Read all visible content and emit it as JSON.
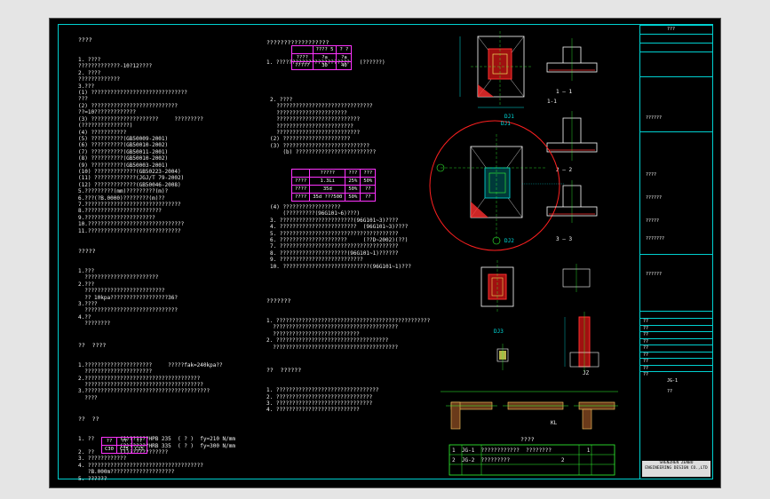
{
  "left_column": {
    "heading_general": "????",
    "general_items": [
      "1. ????",
      "?????????????-10?12????",
      "2. ????",
      "?????????????",
      "3.???",
      "(1) ??????????????????????????????",
      "???",
      "(2) ???????????????????????????",
      "??=10?????????????",
      "(3) ?????????????????????     ?????????",
      "(???????????????)",
      "(4) ???????????",
      "(5) ??????????(GB50009-2001)",
      "(6) ??????????(GB50010-2002)",
      "(7) ??????????(GB50011-2001)",
      "(8) ??????????(GB50010-2002)",
      "(9) ??????????(GB50003-2001)",
      "(10) ?????????????(GB50223-2004)",
      "(11) ?????????????(JGJ/T 79-2002)",
      "(12) ?????????????(GB50046-2008)",
      "5.?????????(mm)?????????(m)?",
      "6.???(?B.0000)????????(m)??",
      "7.??????????????????????????????",
      "8.????????????????????????",
      "9.??????????????????????",
      "10.??????????????????????????????",
      "11.?????????????????????????????"
    ],
    "heading_found": "?????",
    "found_items": [
      "1.???",
      "  ???????????????????????",
      "2.???",
      "  ?????????????????????????",
      "  ?? 10kpa??????????????????36?",
      "3.????",
      "  ?????????????????????????????",
      "4.??",
      "  ????????"
    ],
    "heading_steel": "??  ????",
    "steel_items": [
      "1.?????????????????????     ?????fak=240kpa??",
      "  ?????????????????????",
      "2.????????????????????????????????????",
      "  ?????????????????????????????????????",
      "3.???????????????????????????????????????",
      "  ????"
    ],
    "heading_mat": "??  ??",
    "mat_items": [
      "1. ??        (1)??????HPB 235  ( ? )  fy=210 N/mm",
      "             (2)??????HRB 335  ( ? )  fy=300 N/mm",
      "2. ??        (1)????????????",
      "3. ????????????",
      "4. ????????????????????????????????????",
      "   ?B.000m????????????????????",
      "5. ??????"
    ],
    "bottom_table": {
      "headers": [
        "??",
        "??",
        "??"
      ],
      "values": [
        "C30",
        "C25",
        "C15"
      ]
    }
  },
  "mid_column": {
    "heading": "??????????????????",
    "line1": "1. ???????????????????????   (??????)",
    "table1": {
      "headers": [
        "",
        "???? 5",
        "? ?"
      ],
      "rows": [
        [
          "????",
          "?a",
          "?a"
        ],
        [
          "?????",
          "30",
          "40"
        ]
      ]
    },
    "items_a": [
      "2. ????",
      "  ??????????????????????????????",
      "  ??????????????????????",
      "  ??????????????????????????",
      "  ????????????????????????",
      "  ??????????????????????????",
      "(2) ?????????????????????",
      "(3) ???????????????????????????",
      "    (b) ?????????????????????????"
    ],
    "table2": {
      "headers": [
        "",
        "?????",
        "???",
        "???"
      ],
      "rows": [
        [
          "????",
          "1.3Li",
          "25%",
          "50%"
        ],
        [
          "????",
          "35d",
          "50%",
          "??"
        ],
        [
          "????",
          "35d ???500",
          "50%",
          "??"
        ]
      ]
    },
    "items_b": [
      "(4) ??????????????????",
      "    (?????????(96G101~6)???)",
      "3. ???????????????????????(96G101~3)????",
      "4. ????????????????????????  (96G101~3)????",
      "5. ?????????????????????????????????????",
      "6. ?????????????????????     (??D~2002)(??)",
      "7. ?????????????????????????????????????",
      "8. ?????????????????????(96G101~1)??????",
      "9. ??????????????????????????",
      "10. ???????????????????????????(96G101~1)???"
    ],
    "heading_other": "???????",
    "items_c": [
      "1. ????????????????????????????????????????????????",
      "  ???????????????????????????????????????",
      "  ???????????????????????????",
      "2. ???????????????????????????????????",
      "  ???????????????????????????????????????"
    ],
    "heading_note": "??  ??????",
    "items_d": [
      "1. ????????????????????????????????",
      "2. ??????????????????????????????",
      "3. ??????????????????????????????",
      "4. ??????????????????????????"
    ]
  },
  "drawings": {
    "labels": [
      "1-1",
      "2-2",
      "3-3",
      "DJ1",
      "DJ2",
      "DJ3",
      "KL",
      "JZ"
    ],
    "schedule_title": "????",
    "schedule_rows": [
      [
        "1",
        "JG-1",
        "????????????  ????????",
        "1"
      ],
      [
        "2",
        "JG-2",
        "?????????",
        "2"
      ]
    ]
  },
  "title_block": {
    "project": "???",
    "fields": [
      "??????",
      "????",
      "??????",
      "?????",
      "???????",
      "??????"
    ],
    "stamp_labels": [
      "??",
      "??",
      "??",
      "??",
      "??",
      "??",
      "??",
      "??",
      "??"
    ],
    "drawing_no": "JG-1",
    "scale": "??",
    "company_line1": "SHENZHEN ZENBO",
    "company_line2": "ENGINEERING DESIGN CO.,LTD"
  },
  "colors": {
    "background": "#000000",
    "frame": "#00d0d0",
    "magenta": "#ff33ff",
    "red": "#ff2020",
    "green": "#33ff33",
    "yellow": "#ffff66"
  }
}
